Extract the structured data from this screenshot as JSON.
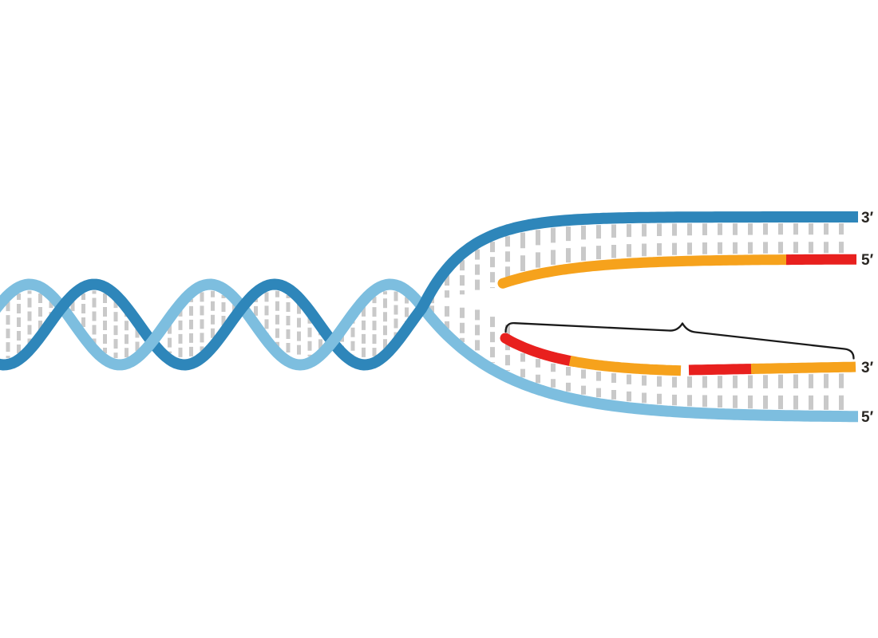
{
  "labels": {
    "top_template_end": "3′",
    "leading_strand_end": "5′",
    "lagging_strand_end": "3′",
    "bottom_template_end": "5′"
  },
  "colors": {
    "template_dark_blue": "#2E86BA",
    "template_light_blue": "#7DBEDF",
    "new_strand_orange": "#F6A21C",
    "primer_red": "#E8201E",
    "base_pair_gray": "#C9C9C9",
    "brace_black": "#1A1A1A",
    "label_text": "#2A2723",
    "background": "#FFFFFF"
  }
}
